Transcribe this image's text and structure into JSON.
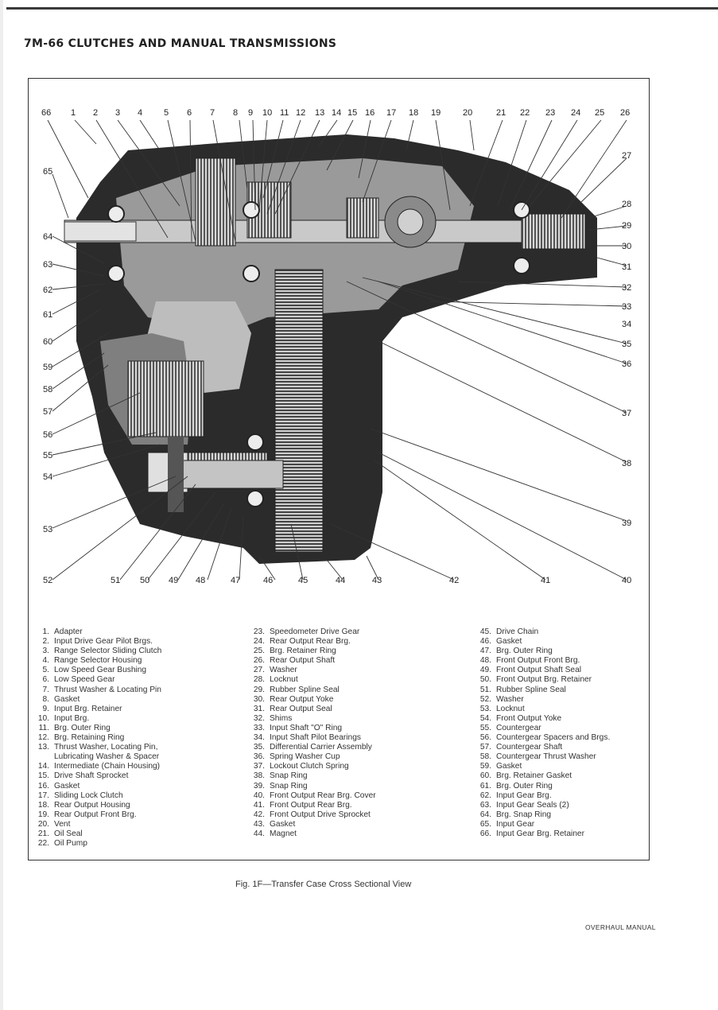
{
  "header": {
    "title": "7M-66 CLUTCHES AND MANUAL TRANSMISSIONS"
  },
  "figure": {
    "caption": "Fig. 1F—Transfer Case Cross Sectional View"
  },
  "footer": {
    "text": "OVERHAUL MANUAL"
  },
  "diagram": {
    "callouts": [
      "66",
      "1",
      "2",
      "3",
      "4",
      "5",
      "6",
      "7",
      "8",
      "9",
      "10",
      "11",
      "12",
      "13",
      "14",
      "15",
      "16",
      "17",
      "18",
      "19",
      "20",
      "21",
      "22",
      "23",
      "24",
      "25",
      "26",
      "27",
      "28",
      "29",
      "30",
      "31",
      "32",
      "33",
      "34",
      "35",
      "36",
      "37",
      "38",
      "39",
      "40",
      "41",
      "42",
      "43",
      "44",
      "45",
      "46",
      "47",
      "48",
      "49",
      "50",
      "51",
      "52",
      "53",
      "54",
      "55",
      "56",
      "57",
      "58",
      "59",
      "60",
      "61",
      "62",
      "63",
      "64",
      "65"
    ]
  },
  "legend": {
    "col1": [
      {
        "num": "1.",
        "text": "Adapter"
      },
      {
        "num": "2.",
        "text": "Input Drive Gear Pilot Brgs."
      },
      {
        "num": "3.",
        "text": "Range Selector Sliding Clutch"
      },
      {
        "num": "4.",
        "text": "Range Selector Housing"
      },
      {
        "num": "5.",
        "text": "Low Speed Gear Bushing"
      },
      {
        "num": "6.",
        "text": "Low Speed Gear"
      },
      {
        "num": "7.",
        "text": "Thrust Washer & Locating Pin"
      },
      {
        "num": "8.",
        "text": "Gasket"
      },
      {
        "num": "9.",
        "text": "Input Brg. Retainer"
      },
      {
        "num": "10.",
        "text": "Input Brg."
      },
      {
        "num": "11.",
        "text": "Brg. Outer Ring"
      },
      {
        "num": "12.",
        "text": "Brg. Retaining Ring"
      },
      {
        "num": "13.",
        "text": "Thrust Washer, Locating Pin,"
      },
      {
        "num": "",
        "text": "Lubricating Washer & Spacer"
      },
      {
        "num": "14.",
        "text": "Intermediate (Chain Housing)"
      },
      {
        "num": "15.",
        "text": "Drive Shaft Sprocket"
      },
      {
        "num": "16.",
        "text": "Gasket"
      },
      {
        "num": "17.",
        "text": "Sliding Lock Clutch"
      },
      {
        "num": "18.",
        "text": "Rear Output Housing"
      },
      {
        "num": "19.",
        "text": "Rear Output Front Brg."
      },
      {
        "num": "20.",
        "text": "Vent"
      },
      {
        "num": "21.",
        "text": "Oil Seal"
      },
      {
        "num": "22.",
        "text": "Oil Pump"
      }
    ],
    "col2": [
      {
        "num": "23.",
        "text": "Speedometer Drive Gear"
      },
      {
        "num": "24.",
        "text": "Rear Output Rear Brg."
      },
      {
        "num": "25.",
        "text": "Brg. Retainer Ring"
      },
      {
        "num": "26.",
        "text": "Rear Output Shaft"
      },
      {
        "num": "27.",
        "text": "Washer"
      },
      {
        "num": "28.",
        "text": "Locknut"
      },
      {
        "num": "29.",
        "text": "Rubber Spline Seal"
      },
      {
        "num": "30.",
        "text": "Rear Output Yoke"
      },
      {
        "num": "31.",
        "text": "Rear Output Seal"
      },
      {
        "num": "32.",
        "text": "Shims"
      },
      {
        "num": "33.",
        "text": "Input Shaft \"O\" Ring"
      },
      {
        "num": "34.",
        "text": "Input Shaft Pilot Bearings"
      },
      {
        "num": "35.",
        "text": "Differential Carrier Assembly"
      },
      {
        "num": "36.",
        "text": "Spring Washer Cup"
      },
      {
        "num": "37.",
        "text": "Lockout Clutch Spring"
      },
      {
        "num": "38.",
        "text": "Snap Ring"
      },
      {
        "num": "39.",
        "text": "Snap Ring"
      },
      {
        "num": "40.",
        "text": "Front Output Rear Brg. Cover"
      },
      {
        "num": "41.",
        "text": "Front Output Rear Brg."
      },
      {
        "num": "42.",
        "text": "Front Output Drive Sprocket"
      },
      {
        "num": "43.",
        "text": "Gasket"
      },
      {
        "num": "44.",
        "text": "Magnet"
      }
    ],
    "col3": [
      {
        "num": "45.",
        "text": "Drive Chain"
      },
      {
        "num": "46.",
        "text": "Gasket"
      },
      {
        "num": "47.",
        "text": "Brg. Outer Ring"
      },
      {
        "num": "48.",
        "text": "Front Output Front Brg."
      },
      {
        "num": "49.",
        "text": "Front Output Shaft Seal"
      },
      {
        "num": "50.",
        "text": "Front Output Brg. Retainer"
      },
      {
        "num": "51.",
        "text": "Rubber Spline Seal"
      },
      {
        "num": "52.",
        "text": "Washer"
      },
      {
        "num": "53.",
        "text": "Locknut"
      },
      {
        "num": "54.",
        "text": "Front Output Yoke"
      },
      {
        "num": "55.",
        "text": "Countergear"
      },
      {
        "num": "56.",
        "text": "Countergear Spacers and Brgs."
      },
      {
        "num": "57.",
        "text": "Countergear Shaft"
      },
      {
        "num": "58.",
        "text": "Countergear Thrust Washer"
      },
      {
        "num": "59.",
        "text": "Gasket"
      },
      {
        "num": "60.",
        "text": "Brg. Retainer Gasket"
      },
      {
        "num": "61.",
        "text": "Brg. Outer Ring"
      },
      {
        "num": "62.",
        "text": "Input Gear Brg."
      },
      {
        "num": "63.",
        "text": "Input Gear Seals (2)"
      },
      {
        "num": "64.",
        "text": "Brg. Snap Ring"
      },
      {
        "num": "65.",
        "text": "Input Gear"
      },
      {
        "num": "66.",
        "text": "Input Gear Brg. Retainer"
      }
    ]
  }
}
